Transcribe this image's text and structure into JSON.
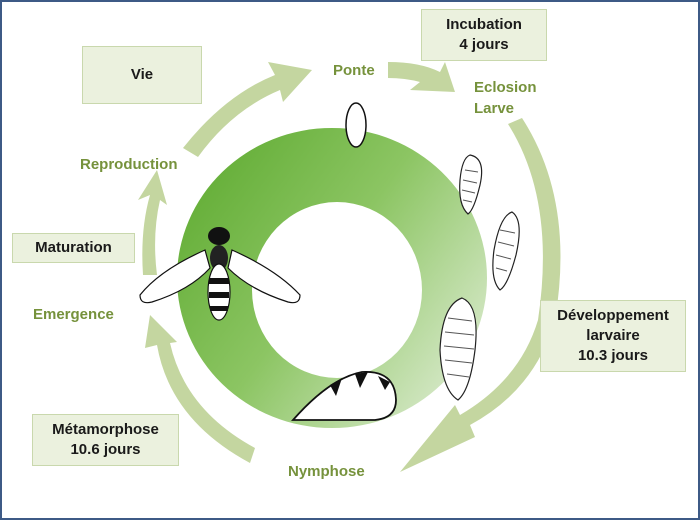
{
  "diagram": {
    "title": "Cycle de vie",
    "boxes": {
      "vie": "Vie",
      "incubation": {
        "line1": "Incubation",
        "line2": "4 jours"
      },
      "maturation": "Maturation",
      "developpement": {
        "line1": "Développement",
        "line2": "larvaire",
        "line3": "10.3 jours"
      },
      "metamorphose": {
        "line1": "Métamorphose",
        "line2": "10.6 jours"
      }
    },
    "stages": {
      "ponte": "Ponte",
      "eclosion": "Eclosion",
      "larve": "Larve",
      "reproduction": "Reproduction",
      "emergence": "Emergence",
      "nymphose": "Nymphose"
    },
    "colors": {
      "ring_dark": "#6db33f",
      "ring_light": "#d6e6c6",
      "arrow": "#c4d6a0",
      "label_green": "#76923c",
      "box_fill": "#ebf1de",
      "border": "#3d5a86"
    }
  }
}
